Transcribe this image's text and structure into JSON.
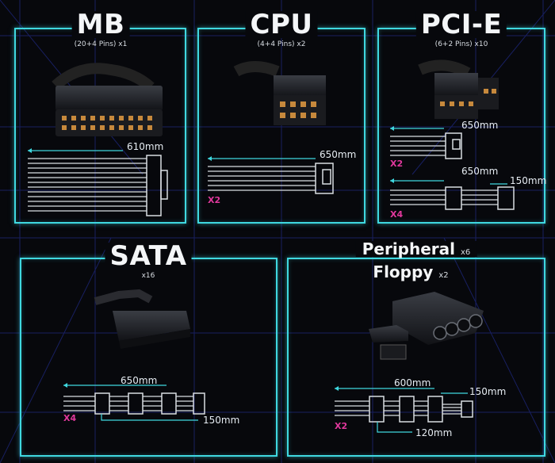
{
  "panels": {
    "mb": {
      "title": "MB",
      "spec": "(20+4 Pins) x1",
      "length": "610mm"
    },
    "cpu": {
      "title": "CPU",
      "spec": "(4+4 Pins) x2",
      "length": "650mm",
      "count": "X2"
    },
    "pcie": {
      "title": "PCI-E",
      "spec": "(6+2 Pins) x10",
      "length_a": "650mm",
      "count_a": "X2",
      "length_b": "650mm",
      "length_c": "150mm",
      "count_b": "X4"
    },
    "sata": {
      "title": "SATA",
      "spec": "x16",
      "length_a": "650mm",
      "length_b": "150mm",
      "count": "X4"
    },
    "peripheral": {
      "title_a": "Peripheral",
      "qty_a": "x6",
      "title_b": "Floppy",
      "qty_b": "x2",
      "length_a": "600mm",
      "length_b": "150mm",
      "length_c": "120mm",
      "count": "X2"
    }
  },
  "colors": {
    "accent": "#3fd8e0",
    "count": "#e0389c",
    "grid": "#1c2a8a"
  }
}
